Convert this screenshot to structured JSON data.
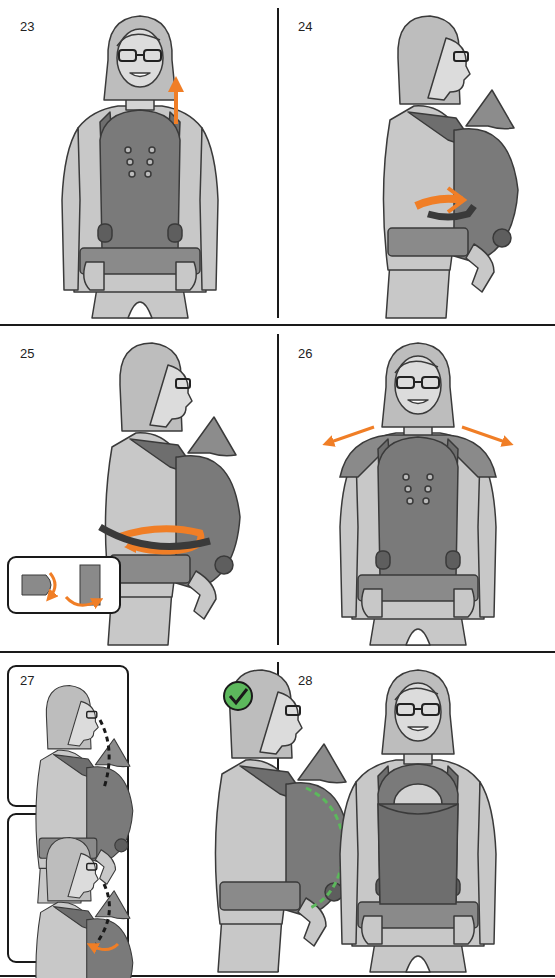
{
  "diagram": {
    "labels": [
      "23",
      "24",
      "25",
      "26",
      "27",
      "28"
    ]
  }
}
